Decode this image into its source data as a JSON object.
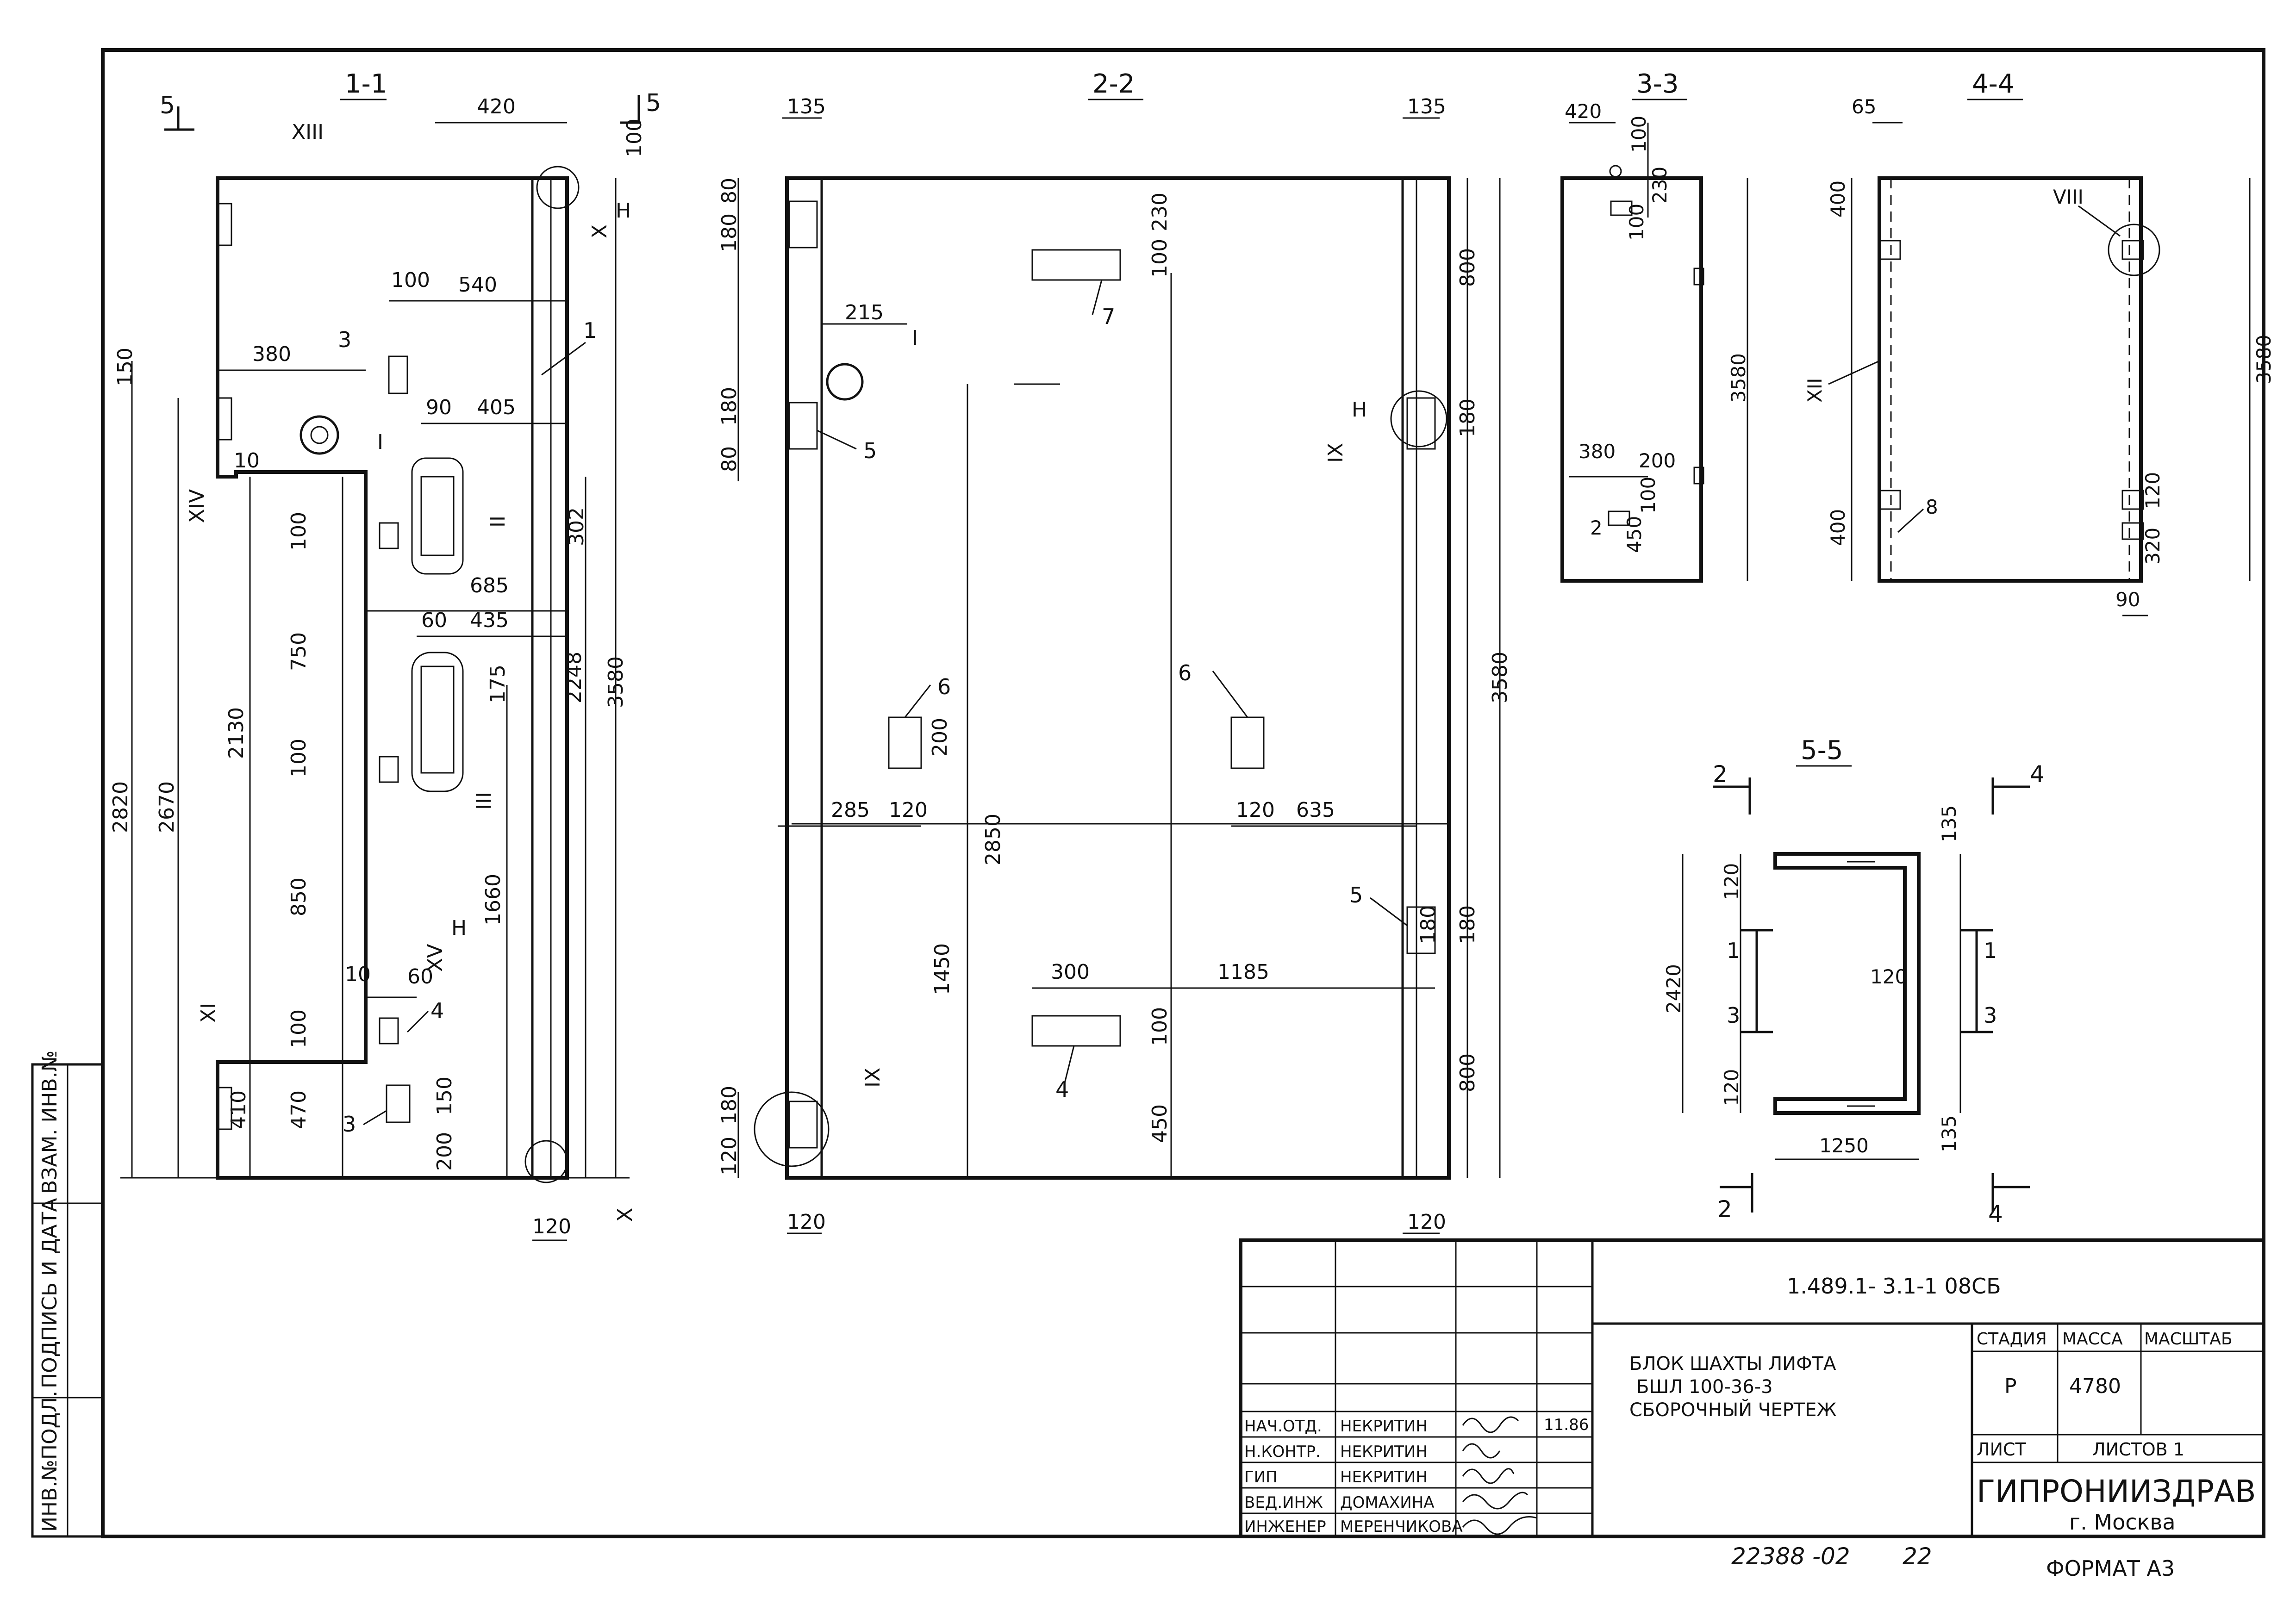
{
  "sections": {
    "s11": "1-1",
    "s22": "2-2",
    "s33": "3-3",
    "s44": "4-4",
    "s55": "5-5"
  },
  "cut_marks": {
    "five": "5",
    "two": "2",
    "four": "4",
    "one": "1",
    "three": "3"
  },
  "view_1_1": {
    "dims": [
      "420",
      "100",
      "150",
      "2820",
      "2670",
      "380",
      "100",
      "540",
      "90",
      "405",
      "10",
      "100",
      "302",
      "685",
      "60",
      "435",
      "175",
      "750",
      "2130",
      "2248",
      "3580",
      "100",
      "850",
      "1660",
      "10",
      "60",
      "100",
      "410",
      "470",
      "150",
      "200",
      "120"
    ],
    "nodes": [
      "XIII",
      "X",
      "H",
      "I",
      "II",
      "III",
      "XIV",
      "XV",
      "H",
      "XI",
      "X"
    ],
    "callouts": [
      "1",
      "3",
      "4",
      "3"
    ]
  },
  "view_2_2": {
    "dims": [
      "135",
      "135",
      "180",
      "80",
      "230",
      "100",
      "215",
      "800",
      "180",
      "80",
      "180",
      "180",
      "3580",
      "2850",
      "200",
      "285",
      "120",
      "120",
      "635",
      "180",
      "300",
      "1185",
      "1450",
      "100",
      "800",
      "450",
      "120",
      "180",
      "120",
      "120"
    ],
    "nodes": [
      "I",
      "IX",
      "H",
      "IX"
    ],
    "callouts": [
      "7",
      "5",
      "6",
      "6",
      "5",
      "4"
    ]
  },
  "view_3_3": {
    "dims": [
      "420",
      "100",
      "230",
      "100",
      "3580",
      "380",
      "200",
      "100",
      "450"
    ],
    "callouts": [
      "2"
    ]
  },
  "view_4_4": {
    "dims": [
      "65",
      "400",
      "3580",
      "400",
      "120",
      "320",
      "90"
    ],
    "nodes": [
      "VIII",
      "XII"
    ],
    "callouts": [
      "8"
    ]
  },
  "view_5_5": {
    "dims": [
      "135",
      "120",
      "2420",
      "120",
      "120",
      "1250",
      "135"
    ]
  },
  "title_block": {
    "doc_code": "1.489.1- 3.1-1   08СБ",
    "title_line1": "БЛОК ШАХТЫ ЛИФТА",
    "title_line2": "БШЛ 100-36-3",
    "title_line3": "СБОРОЧНЫЙ ЧЕРТЕЖ",
    "stage_header": "СТАДИЯ",
    "mass_header": "МАССА",
    "scale_header": "МАСШТАБ",
    "stage_value": "Р",
    "mass_value": "4780",
    "sheet_label": "ЛИСТ",
    "sheets_label": "ЛИСТОВ 1",
    "org": "ГИПРОНИИЗДРАВ",
    "city": "г. Москва",
    "date": "11.86",
    "roles": [
      {
        "role": "НАЧ.ОТД.",
        "name": "НЕКРИТИН"
      },
      {
        "role": "Н.КОНТР.",
        "name": "НЕКРИТИН"
      },
      {
        "role": "ГИП",
        "name": "НЕКРИТИН"
      },
      {
        "role": "ВЕД.ИНЖ",
        "name": "ДОМАХИНА"
      },
      {
        "role": "ИНЖЕНЕР",
        "name": "МЕРЕНЧИКОВА"
      }
    ]
  },
  "side_stamp": {
    "inv_no": "ИНВ.№ПОДЛ.",
    "sign_date": "ПОДПИСЬ И ДАТА",
    "replace_inv": "ВЗАМ. ИНВ.№"
  },
  "footer": {
    "archive_no": "22388 -02",
    "page": "22",
    "format": "ФОРМАТ А3"
  }
}
